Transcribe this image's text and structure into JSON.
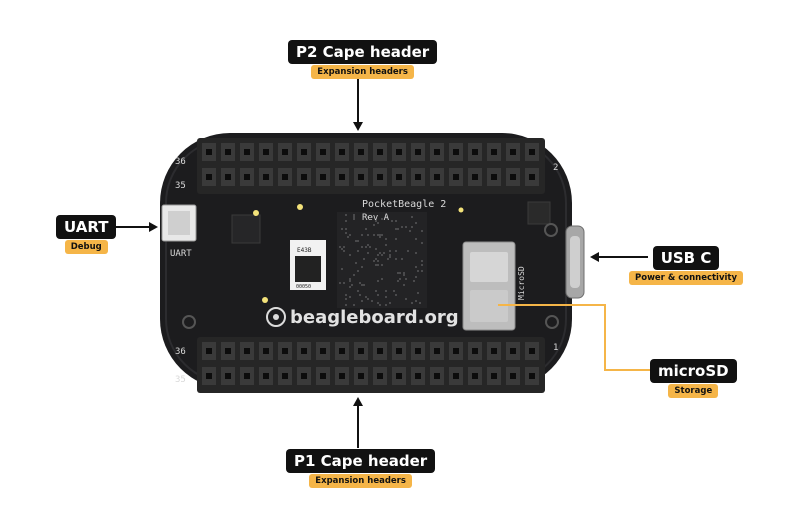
{
  "labels": {
    "p2": {
      "title": "P2 Cape header",
      "subtitle": "Expansion headers"
    },
    "uart": {
      "title": "UART",
      "subtitle": "Debug"
    },
    "usbc": {
      "title": "USB C",
      "subtitle": "Power & connectivity"
    },
    "microsd": {
      "title": "microSD",
      "subtitle": "Storage"
    },
    "p1": {
      "title": "P1 Cape header",
      "subtitle": "Expansion headers"
    }
  },
  "board": {
    "brand": "beagleboard.org",
    "model": "PocketBeagle 2",
    "revision": "Rev A",
    "uart_silk": "UART",
    "microsd_silk": "MicroSD",
    "pin_36_top": "36",
    "pin_35_top": "35",
    "pin_36_bottom": "36",
    "pin_35_bottom": "35",
    "pin_1": "1",
    "pin_2": "2",
    "sticker_code_a": "E43B",
    "sticker_code_b": "00050"
  },
  "colors": {
    "accent": "#f5b548",
    "label_bg": "#111111",
    "board": "#1c1c1e",
    "header": "#2a2a2a"
  }
}
